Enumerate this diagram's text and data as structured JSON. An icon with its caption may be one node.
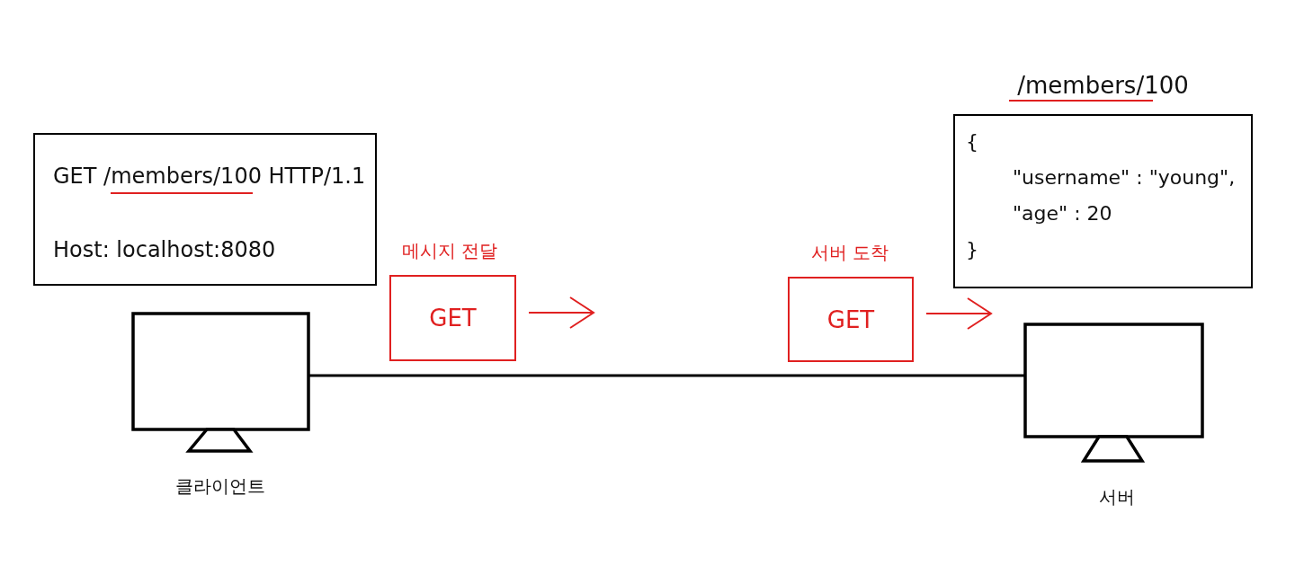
{
  "diagram": {
    "nodes": [
      {
        "text": [],
        "shape": "monitor",
        "beside": [
          "클라이언트"
        ]
      },
      {
        "text": [],
        "shape": "monitor",
        "beside": [
          "서버"
        ]
      },
      {
        "text": [
          "GET /members/100 HTTP/1.1",
          "Host: localhost:8080"
        ]
      },
      {
        "text": [
          "GET"
        ],
        "beside": [
          "메시지 전달"
        ]
      },
      {
        "text": [
          "GET"
        ],
        "beside": [
          "서버 도착"
        ]
      },
      {
        "text": [
          "/members/100",
          "{",
          "\"username\" : \"young\",",
          "\"age\" : 20",
          "}"
        ]
      }
    ],
    "edges": [
      {
        "from": 0,
        "to": 1,
        "arrow": "none"
      }
    ]
  }
}
